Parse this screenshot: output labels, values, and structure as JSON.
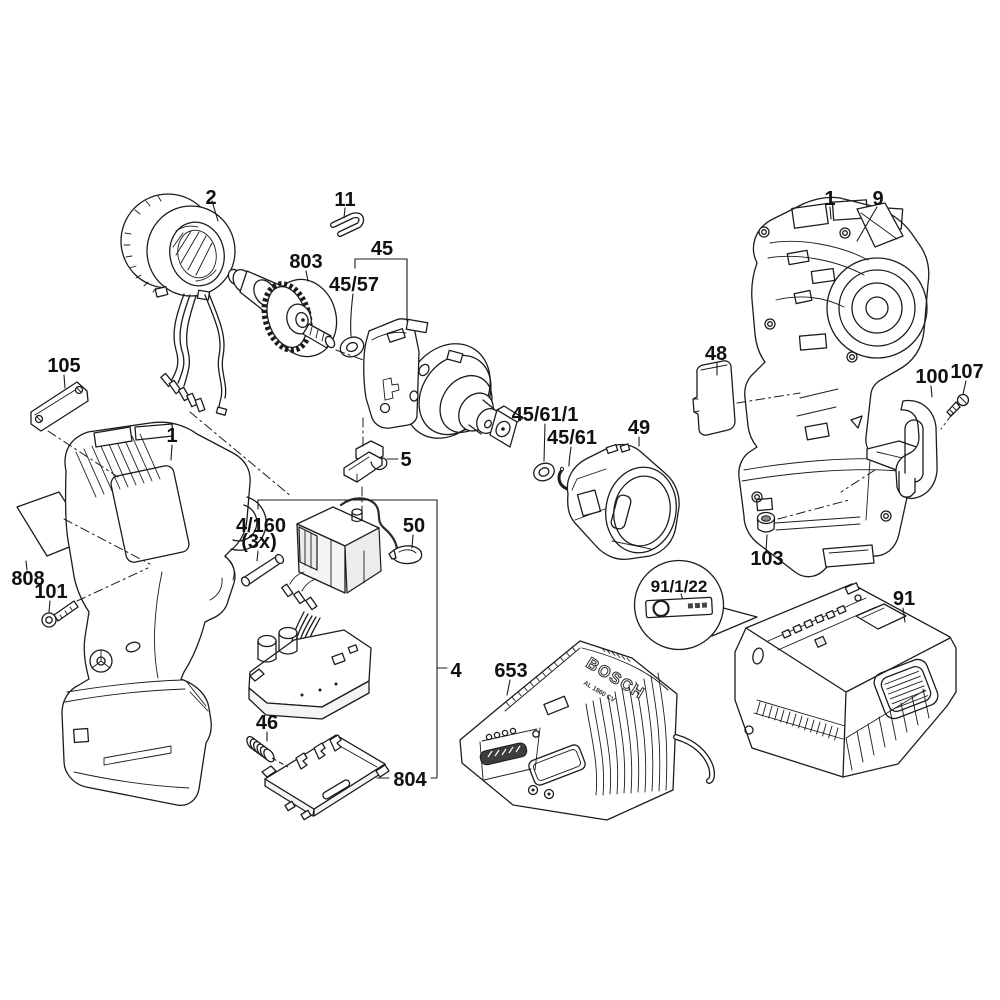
{
  "page": {
    "background_color": "#ffffff",
    "line_color": "#1c1c1c"
  },
  "labels": {
    "stator": "2",
    "clip": "11",
    "armature": "803",
    "washer_group": "45",
    "washer_45_57": "45/57",
    "washer_45_61_1": "45/61/1",
    "circlip_45_61": "45/61",
    "bearing_cover": "49",
    "housing_right": "1",
    "sticker_right": "9",
    "insulation_plate": "48",
    "belt_clip": "100",
    "clip_screw": "107",
    "cap": "103",
    "name_plate": "105",
    "housing_left": "1",
    "sticker_left": "808",
    "handle_screw": "101",
    "pushbutton": "5",
    "pin": "4/160",
    "pin_qty": "(3x)",
    "lever": "50",
    "switch_assembly": "4",
    "spring": "46",
    "contact_plate": "804",
    "battery_detail": "91/1/22",
    "battery": "91",
    "charger": "653"
  },
  "charger_markings": {
    "brand": "BOSCH",
    "model": "AL 1860 CV"
  }
}
